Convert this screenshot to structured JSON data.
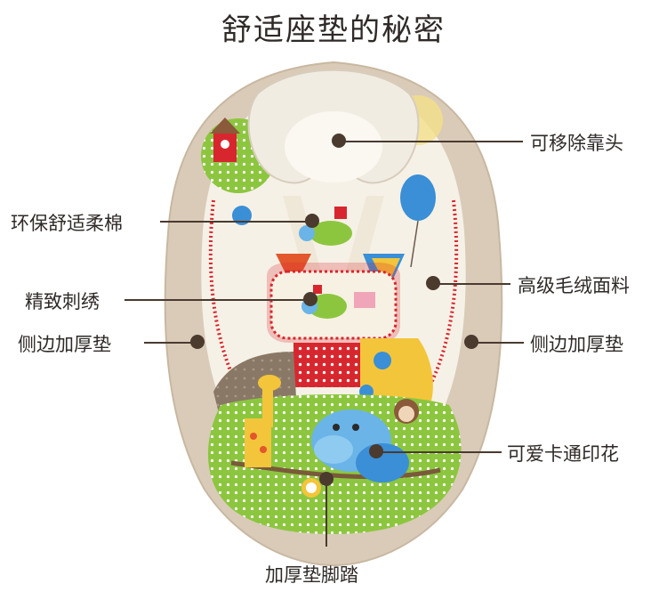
{
  "title": "舒适座垫的秘密",
  "callouts": {
    "headrest": "可移除靠头",
    "eco_cotton": "环保舒适柔棉",
    "plush_fabric": "高级毛绒面料",
    "embroidery": "精致刺绣",
    "side_pad_left": "侧边加厚垫",
    "side_pad_right": "侧边加厚垫",
    "cartoon_print": "可爱卡通印花",
    "footrest": "加厚垫脚踏"
  },
  "colors": {
    "seat_beige": "#d9cbb8",
    "cream": "#f6f1e6",
    "green_print": "#8cc63f",
    "red_dots": "#d8262f",
    "brown_patch": "#8a7866",
    "accent_blue": "#3a8fd6",
    "yellow": "#f3c53a"
  },
  "icons": [
    "bouncer-seat-illustration"
  ]
}
